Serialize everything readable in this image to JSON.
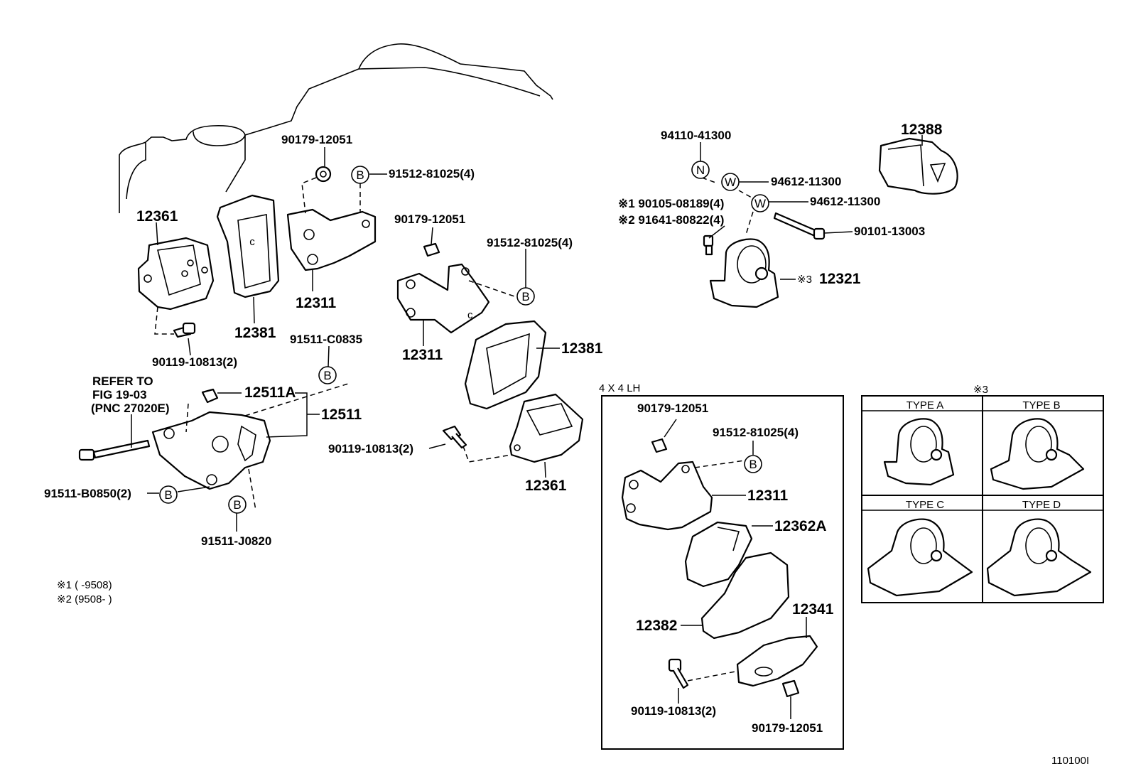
{
  "diagram_id": "110100I",
  "refer_note": [
    "REFER TO",
    "FIG 19-03",
    "(PNC 27020E)"
  ],
  "footnotes": [
    "※1 (      -9508)",
    "※2 (9508-      )"
  ],
  "circled_letters": {
    "b": "B",
    "n": "N",
    "w": "W"
  },
  "labels": {
    "p90179_a": "90179-12051",
    "p91512_a": "91512-81025(4)",
    "p12361_a": "12361",
    "p12311_a": "12311",
    "p12381_a": "12381",
    "p90119_a": "90119-10813(2)",
    "p90179_b": "90179-12051",
    "p91512_b": "91512-81025(4)",
    "p12311_b": "12311",
    "p91511_c0835": "91511-C0835",
    "p12381_b": "12381",
    "p12511a": "12511A",
    "p12511": "12511",
    "p90119_b": "90119-10813(2)",
    "p12361_b": "12361",
    "p91511_b0850": "91511-B0850(2)",
    "p91511_j0820": "91511-J0820",
    "p94110": "94110-41300",
    "p94612_a": "94612-11300",
    "p94612_b": "94612-11300",
    "p90105": "※1 90105-08189(4)",
    "p91641": "※2 91641-80822(4)",
    "p90101": "90101-13003",
    "p12321": "12321",
    "p12321_mark": "※3",
    "p12388": "12388"
  },
  "lh_box": {
    "title": "4 X 4 LH",
    "labels": {
      "p90179_c": "90179-12051",
      "p91512_c": "91512-81025(4)",
      "p12311_c": "12311",
      "p12362a": "12362A",
      "p12382": "12382",
      "p12341": "12341",
      "p90119_c": "90119-10813(2)",
      "p90179_d": "90179-12051"
    }
  },
  "types_table": {
    "title": "※3",
    "types": [
      "TYPE A",
      "TYPE B",
      "TYPE C",
      "TYPE D"
    ]
  }
}
